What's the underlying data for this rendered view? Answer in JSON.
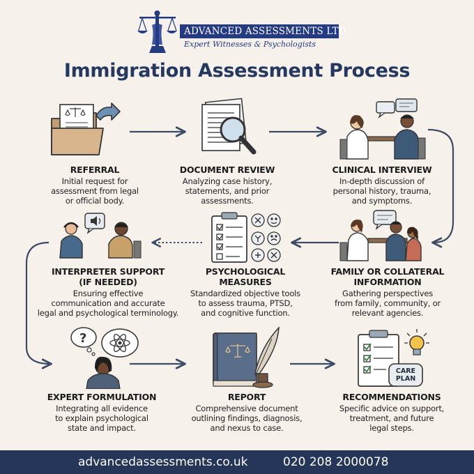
{
  "header": {
    "company": "Advanced Assessments Ltd",
    "company_display": "ADVANCED ASSESSMENTS LTD",
    "tagline": "Expert Witnesses & Psychologists",
    "title": "Immigration Assessment Process"
  },
  "steps": [
    {
      "id": "referral",
      "name": "REFERRAL",
      "desc": [
        "Initial request for",
        "assessment from legal",
        "or official body."
      ]
    },
    {
      "id": "document-review",
      "name": "DOCUMENT REVIEW",
      "desc": [
        "Analyzing case history,",
        "statements, and prior",
        "assessments."
      ]
    },
    {
      "id": "clinical-interview",
      "name": "CLINICAL INTERVIEW",
      "desc": [
        "In-depth discussion of",
        "personal history, trauma,",
        "and symptoms."
      ]
    },
    {
      "id": "interpreter-support",
      "name": "INTERPRETER SUPPORT",
      "name2": "(IF NEEDED)",
      "desc": [
        "Ensuring effective",
        "communication and accurate",
        "legal and psychological terminology."
      ]
    },
    {
      "id": "psychological-measures",
      "name": "PSYCHOLOGICAL",
      "name2": "MEASURES",
      "desc": [
        "Standardized objective tools",
        "to assess trauma, PTSD,",
        "and cognitive function."
      ]
    },
    {
      "id": "family-collateral",
      "name": "FAMILY OR COLLATERAL",
      "name2": "INFORMATION",
      "desc": [
        "Gathering perspectives",
        "from family, community, or",
        "relevant agencies."
      ]
    },
    {
      "id": "expert-formulation",
      "name": "EXPERT FORMULATION",
      "desc": [
        "Integrating all evidence",
        "to explain psychological",
        "state and impact."
      ]
    },
    {
      "id": "report",
      "name": "REPORT",
      "desc": [
        "Comprehensive document",
        "outlining findings, diagnosis,",
        "and nexus to case."
      ]
    },
    {
      "id": "recommendations",
      "name": "RECOMMENDATIONS",
      "desc": [
        "Specific advice on support,",
        "treatment, and future",
        "legal steps."
      ]
    }
  ],
  "care_plan": {
    "line1": "CARE",
    "line2": "PLAN"
  },
  "footer": {
    "website": "advancedassessments.co.uk",
    "phone": "020 208 2000078"
  },
  "colors": {
    "navy": "#243a83",
    "dark_navy": "#253658",
    "title": "#253860",
    "arrow": "#3d4a66",
    "background": "#f6f1ea"
  }
}
